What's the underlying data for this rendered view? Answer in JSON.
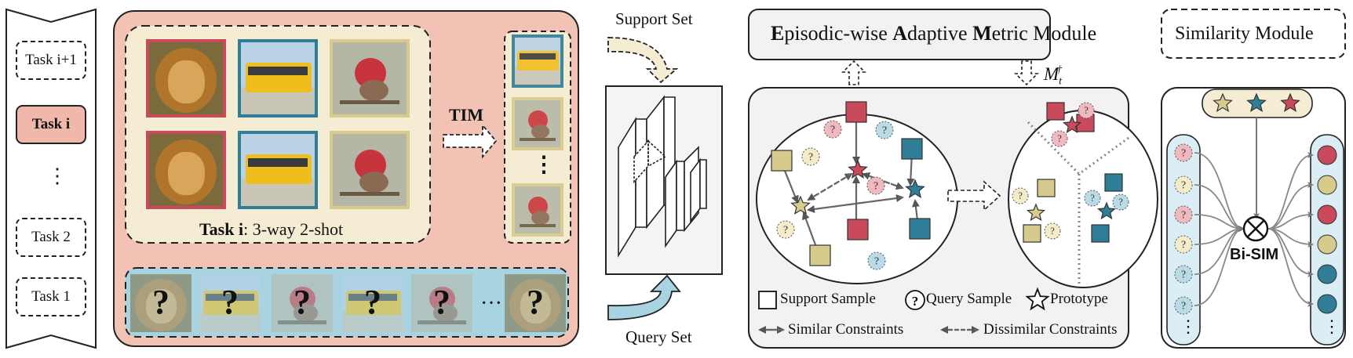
{
  "tasks": [
    {
      "label": "Task i+1",
      "active": false
    },
    {
      "label": "Task i",
      "active": true
    },
    {
      "label": "⋮",
      "active": false,
      "ellipsis": true
    },
    {
      "label": "Task 2",
      "active": false
    },
    {
      "label": "Task 1",
      "active": false
    }
  ],
  "task_panel": {
    "caption_bold": "Task i",
    "caption_rest": ": 3-way 2-shot",
    "support_images": [
      {
        "name": "lion",
        "class": "lion"
      },
      {
        "name": "bus",
        "class": "bus"
      },
      {
        "name": "bird",
        "class": "bird"
      },
      {
        "name": "lion",
        "class": "lion"
      },
      {
        "name": "bus",
        "class": "bus"
      },
      {
        "name": "bird",
        "class": "bird"
      }
    ],
    "query_mark": "?",
    "query_ellipsis": "···",
    "tim_label": "TIM",
    "aug_ellipsis": "⋮"
  },
  "encoder": {
    "support_set_label": "Support Set",
    "query_set_label": "Query Set"
  },
  "eam": {
    "title_parts": [
      {
        "text": "E",
        "bold": true
      },
      {
        "text": "pisodic-wise ",
        "bold": false
      },
      {
        "text": "A",
        "bold": true
      },
      {
        "text": "daptive ",
        "bold": false
      },
      {
        "text": "M",
        "bold": true
      },
      {
        "text": "etric Module",
        "bold": false
      }
    ],
    "metric_symbol": "M",
    "metric_sub": "t",
    "metric_sup": "†",
    "legend": {
      "support": "Support Sample",
      "query": "Query Sample",
      "prototype": "Prototype",
      "similar": "Similar Constraints",
      "dissimilar": "Dissimilar Constraints"
    }
  },
  "similarity": {
    "title": "Similarity Module",
    "bisim_label": "Bi-SIM",
    "vector_ellipsis": "⋮"
  },
  "colors": {
    "lion": "#c94a5a",
    "bus": "#2f7d96",
    "bird": "#d8c98c",
    "panel_bg": "#f2c3b5",
    "inner_bg": "#f5edd3",
    "query_bg": "#a8d4e2",
    "module_bg": "#f2f2f2"
  }
}
